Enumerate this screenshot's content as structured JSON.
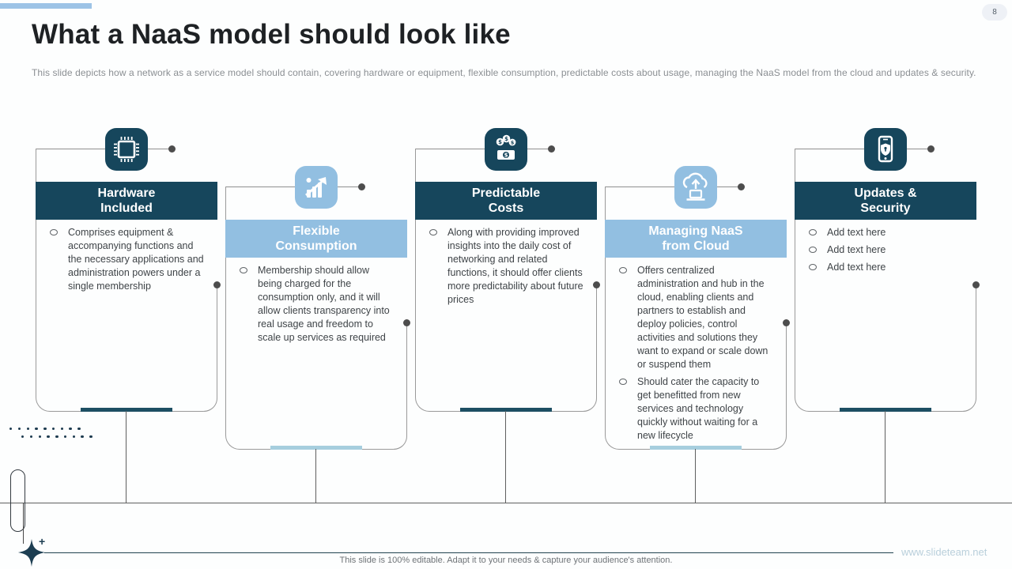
{
  "slide": {
    "page_number": "8",
    "title": "What a NaaS model should look like",
    "subtitle": "This slide depicts how a network as a service model should contain, covering hardware or equipment, flexible consumption, predictable costs about usage, managing the NaaS model from the cloud and updates & security.",
    "footer_note": "This slide is 100% editable.  Adapt it to your needs & capture your audience's attention.",
    "watermark": "www.slideteam.net"
  },
  "colors": {
    "dark_teal": "#16465c",
    "light_blue": "#92bfe1",
    "accent_dark": "#1d4f63",
    "accent_light": "#a6cede",
    "top_accent_bar": "#9dc3e6",
    "frame_gray": "#9a9a9a",
    "connector_gray": "#5f5f5f",
    "body_text": "#3f4448"
  },
  "cards": [
    {
      "icon": "cpu-chip-icon",
      "style": "dark",
      "title_lines": [
        "Hardware",
        "Included"
      ],
      "bullets": [
        "Comprises equipment & accompanying functions and the necessary applications and administration powers under a single membership"
      ]
    },
    {
      "icon": "growth-chart-icon",
      "style": "light",
      "title_lines": [
        "Flexible",
        "Consumption"
      ],
      "bullets": [
        "Membership should allow being charged for the consumption only, and it will allow clients transparency into real usage and freedom to scale up services as required"
      ]
    },
    {
      "icon": "money-coins-icon",
      "style": "dark",
      "title_lines": [
        "Predictable",
        "Costs"
      ],
      "bullets": [
        "Along with providing improved insights into the daily cost of networking and related functions, it should offer clients more predictability about future prices"
      ]
    },
    {
      "icon": "cloud-management-icon",
      "style": "light",
      "title_lines": [
        "Managing NaaS",
        "from Cloud"
      ],
      "bullets": [
        "Offers centralized administration and hub in the cloud, enabling clients and partners to establish and deploy policies, control activities and solutions they want to expand or scale down or suspend them",
        "Should cater the capacity to get benefitted from new services and technology quickly without waiting for a new lifecycle"
      ]
    },
    {
      "icon": "mobile-security-icon",
      "style": "dark",
      "title_lines": [
        "Updates &",
        "Security"
      ],
      "bullets": [
        "Add text here",
        "Add text here",
        "Add text here"
      ]
    }
  ]
}
